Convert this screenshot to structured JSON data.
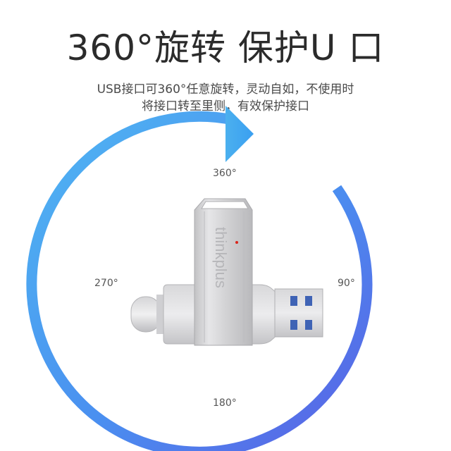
{
  "title": "360°旋转 保护U 口",
  "description": {
    "line1": "USB接口可360°任意旋转，灵动自如，不使用时",
    "line2": "将接口转至里侧，有效保护接口"
  },
  "degrees": {
    "top": "360°",
    "left": "270°",
    "right": "90°",
    "bottom": "180°"
  },
  "device": {
    "brand_logo": "thinkplus",
    "logo_dot_color": "#d9261c"
  },
  "colors": {
    "arc_start": "#4fb2f0",
    "arc_end": "#5b63e6",
    "metal": "#d4d4d6"
  }
}
